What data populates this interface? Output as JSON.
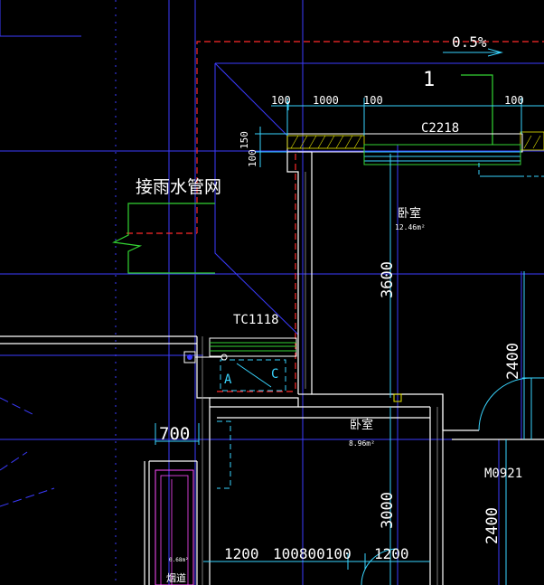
{
  "colors": {
    "background": "#000000",
    "grid_line": "#3b3bff",
    "wall_line": "#ffffff",
    "red_dash": "#ff2a2a",
    "cyan_line": "#39d5ff",
    "green_line": "#33d433",
    "yellow_line": "#e8e800",
    "magenta_line": "#ff4dff"
  },
  "labels": {
    "slope": "0.5%",
    "marker_one": "1",
    "window_c2218": "C2218",
    "dim_100_left": "100",
    "dim_1000": "1000",
    "dim_100_right": "100",
    "dim_100_far": "100",
    "dim_150": "150",
    "dim_100_v": "100",
    "drain_note": "接雨水管网",
    "bedroom_top": "卧室",
    "bedroom_top_area": "12.46m²",
    "dim_3600": "3600",
    "tc1118": "TC1118",
    "ac_a": "A",
    "ac_c": "C",
    "dim_2400_right": "2400",
    "bedroom_mid": "卧室",
    "bedroom_mid_area": "8.96m²",
    "dim_700": "700",
    "door_m0921": "M0921",
    "dim_3000": "3000",
    "dim_2400_low": "2400",
    "dim_bottom_1200_a": "1200",
    "dim_bottom_100800100": "100800100",
    "dim_bottom_1200_b": "1200",
    "shaft_area": "0.68m²",
    "shaft_label": "烟道"
  }
}
